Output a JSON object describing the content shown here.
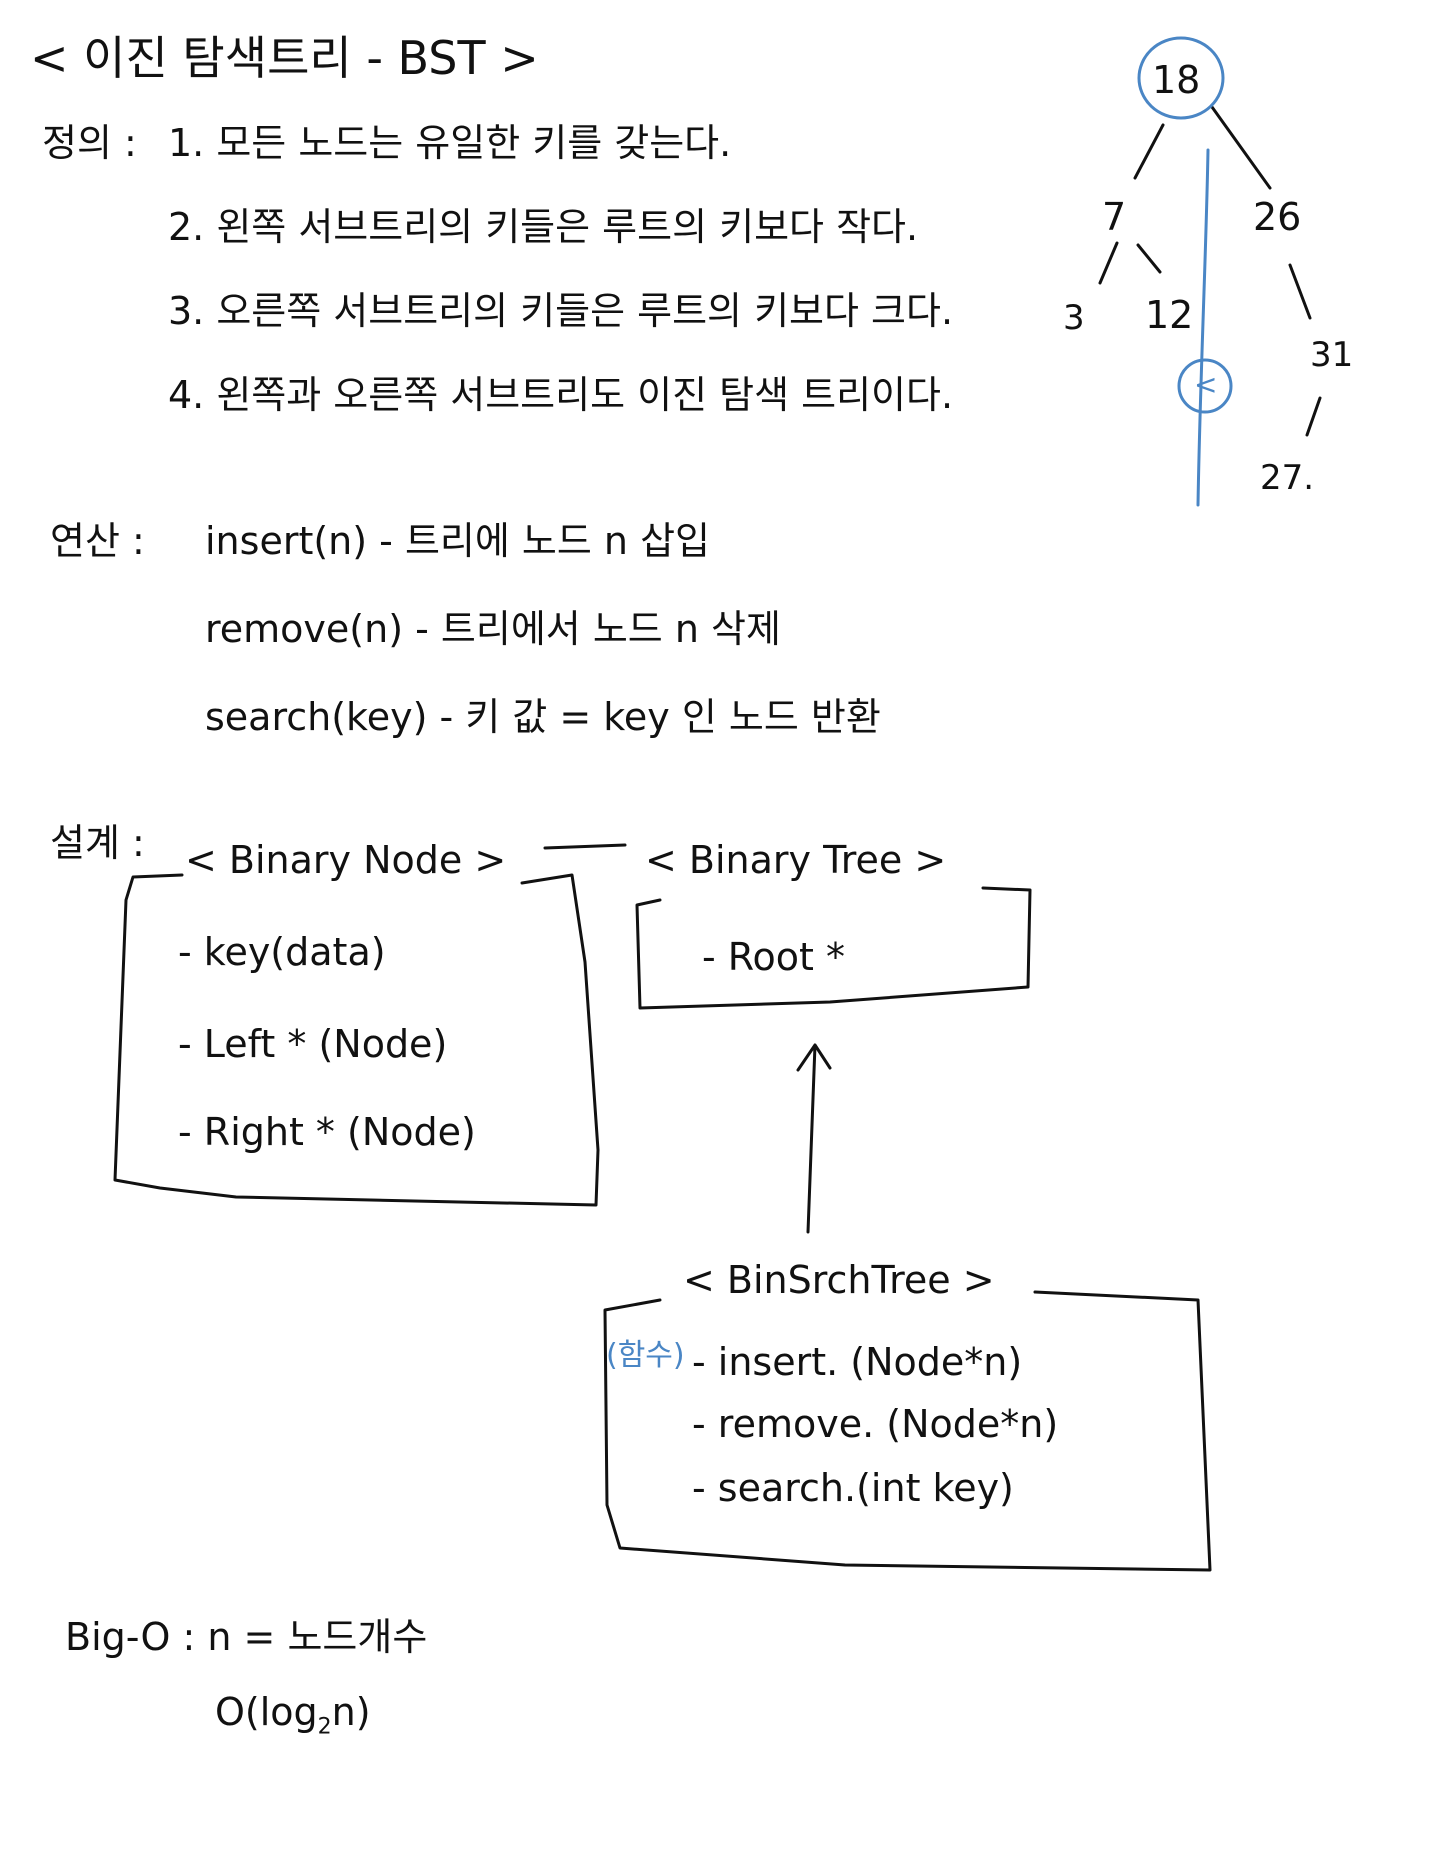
{
  "title": "< 이진 탐색트리 - BST >",
  "definition": {
    "label": "정의 :",
    "items": [
      "1. 모든 노드는 유일한 키를 갖는다.",
      "2. 왼쪽 서브트리의 키들은 루트의 키보다 작다.",
      "3. 오른쪽 서브트리의 키들은 루트의 키보다 크다.",
      "4. 왼쪽과 오른쪽 서브트리도 이진 탐색 트리이다."
    ]
  },
  "operations": {
    "label": "연산 :",
    "items": [
      "insert(n) - 트리에 노드 n 삽입",
      "remove(n) - 트리에서 노드 n 삭제",
      "search(key) - 키 값 = key 인 노드 반환"
    ]
  },
  "design": {
    "label": "설계 :",
    "binary_node": {
      "title": "< Binary Node >",
      "fields": [
        "- key(data)",
        "- Left * (Node)",
        "- Right * (Node)"
      ]
    },
    "binary_tree": {
      "title": "< Binary Tree >",
      "fields": [
        "- Root *"
      ]
    },
    "bin_srch_tree": {
      "title": "< BinSrchTree >",
      "note": "(함수)",
      "methods": [
        "- insert. (Node*n)",
        "- remove. (Node*n)",
        "- search.(int key)"
      ]
    }
  },
  "bigo": {
    "line1": "Big-O : n = 노드개수",
    "line2_prefix": "O(log",
    "line2_sub": "2",
    "line2_suffix": "n)"
  },
  "tree": {
    "nodes": [
      "18",
      "7",
      "26",
      "3",
      "12",
      "31",
      "27."
    ],
    "marker": "<"
  },
  "colors": {
    "ink": "#111111",
    "annotation": "#4a86c5",
    "background": "#ffffff"
  }
}
